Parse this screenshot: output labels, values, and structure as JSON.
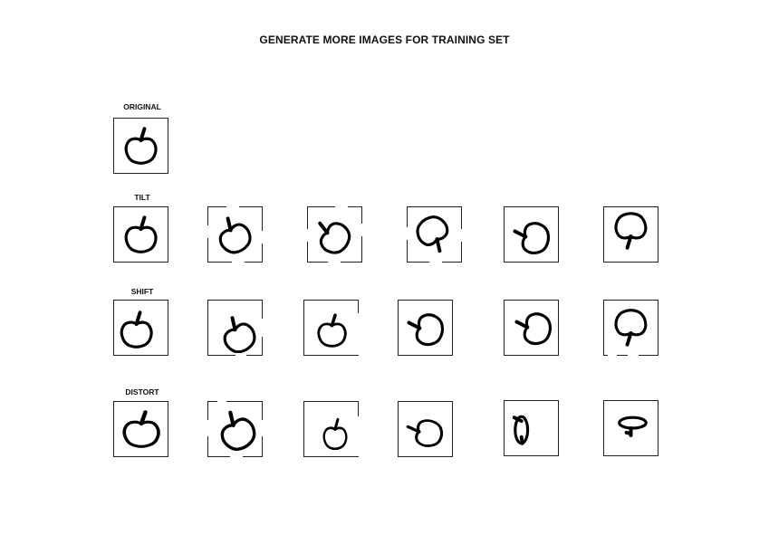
{
  "title": "GENERATE MORE IMAGES FOR TRAINING SET",
  "rows": [
    {
      "label": "ORIGINAL",
      "count": 1
    },
    {
      "label": "TILT",
      "count": 6
    },
    {
      "label": "SHIFT",
      "count": 6
    },
    {
      "label": "DISTORT",
      "count": 6
    }
  ],
  "icons": {
    "sample": "apple-sketch-icon"
  },
  "colors": {
    "background": "#ffffff",
    "ink": "#000000",
    "frame": "#222222"
  }
}
